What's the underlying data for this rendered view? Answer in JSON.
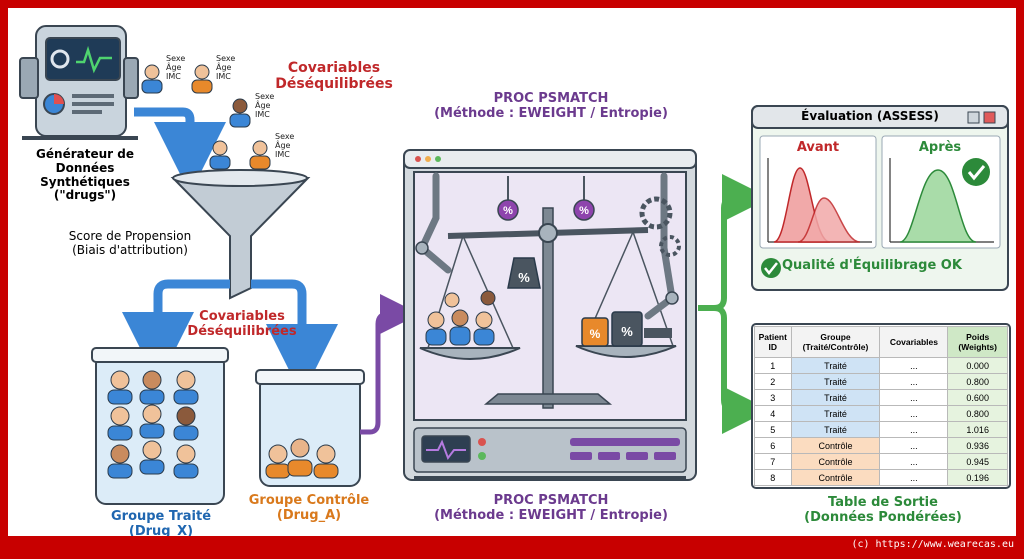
{
  "generator": {
    "line1": "Générateur de",
    "line2": "Données",
    "line3": "Synthétiques",
    "line4": "(\"drugs\")"
  },
  "patient_attrs": {
    "a": "Sexe",
    "b": "Âge",
    "c": "IMC"
  },
  "covariables_top": {
    "line1": "Covariables",
    "line2": "Déséquilibrées"
  },
  "score": {
    "line1": "Score de Propension",
    "line2": "(Biais d'attribution)"
  },
  "covariables_mid": {
    "line1": "Covariables",
    "line2": "Déséquilibrées"
  },
  "groupe_traite": {
    "line1": "Groupe Traité",
    "line2": "(Drug_X)"
  },
  "groupe_controle": {
    "line1": "Groupe Contrôle",
    "line2": "(Drug_A)"
  },
  "proc_top": {
    "line1": "PROC PSMATCH",
    "line2": "(Méthode : EWEIGHT / Entropie)"
  },
  "proc_bottom": {
    "line1": "PROC PSMATCH",
    "line2": "(Méthode : EWEIGHT / Entropie)"
  },
  "assess": {
    "title": "Évaluation (ASSESS)",
    "avant": "Avant",
    "apres": "Après",
    "quality": "Qualité d'Équilibrage OK"
  },
  "percent": "%",
  "table": {
    "headers": {
      "id1": "Patient",
      "id2": "ID",
      "g1": "Groupe",
      "g2": "(Traité/Contrôle)",
      "cov": "Covariables",
      "w1": "Poids",
      "w2": "(Weights)"
    },
    "rows": [
      {
        "id": "1",
        "groupe": "Traité",
        "cov": "...",
        "poids": "0.000"
      },
      {
        "id": "2",
        "groupe": "Traité",
        "cov": "...",
        "poids": "0.800"
      },
      {
        "id": "3",
        "groupe": "Traité",
        "cov": "...",
        "poids": "0.600"
      },
      {
        "id": "4",
        "groupe": "Traité",
        "cov": "...",
        "poids": "0.800"
      },
      {
        "id": "5",
        "groupe": "Traité",
        "cov": "...",
        "poids": "1.016"
      },
      {
        "id": "6",
        "groupe": "Contrôle",
        "cov": "...",
        "poids": "0.936"
      },
      {
        "id": "7",
        "groupe": "Contrôle",
        "cov": "...",
        "poids": "0.945"
      },
      {
        "id": "8",
        "groupe": "Contrôle",
        "cov": "...",
        "poids": "0.196"
      }
    ]
  },
  "table_caption": {
    "line1": "Table de Sortie",
    "line2": "(Données Pondérées)"
  },
  "footer": "(c) https://www.wearecas.eu",
  "colors": {
    "frame": "#c80000",
    "blue": "#1f66b0",
    "purple": "#6b3a8e",
    "green": "#2c8a3a",
    "red": "#c0282a",
    "orange": "#d9791c"
  }
}
